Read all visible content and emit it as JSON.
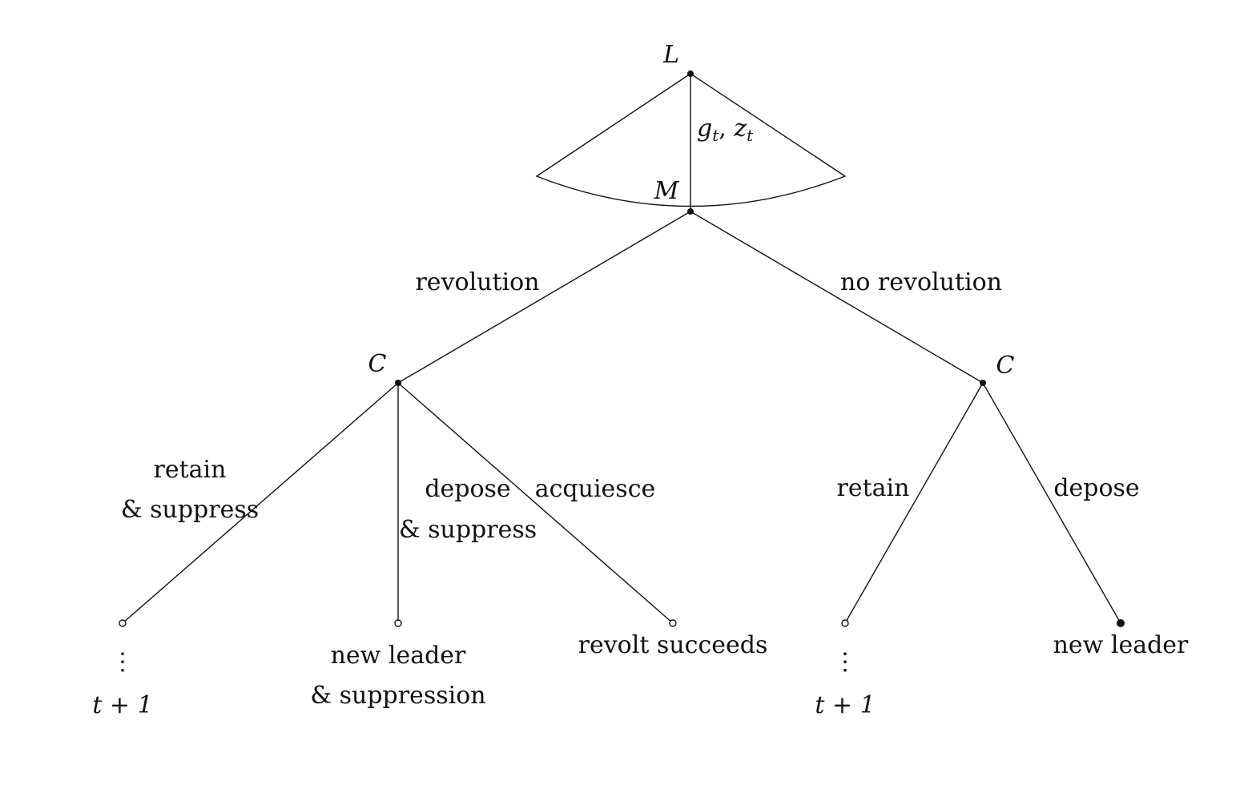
{
  "players": {
    "leader": "L",
    "masses": "M",
    "coalition_left": "C",
    "coalition_right": "C"
  },
  "choice_label": {
    "g": "g",
    "g_sub": "t",
    "sep": ", ",
    "z": "z",
    "z_sub": "t"
  },
  "edges": {
    "revolution": "revolution",
    "no_revolution": "no revolution",
    "retain_suppress_1": "retain",
    "retain_suppress_2": "& suppress",
    "depose_suppress_1": "depose",
    "depose_suppress_2": "& suppress",
    "acquiesce": "acquiesce",
    "retain": "retain",
    "depose": "depose"
  },
  "outcomes": {
    "left_cont_dots": "⋮",
    "left_cont_time": "t + 1",
    "new_leader_suppression_1": "new leader",
    "new_leader_suppression_2": "& suppression",
    "revolt_succeeds": "revolt succeeds",
    "right_cont_dots": "⋮",
    "right_cont_time": "t + 1",
    "new_leader": "new leader"
  }
}
